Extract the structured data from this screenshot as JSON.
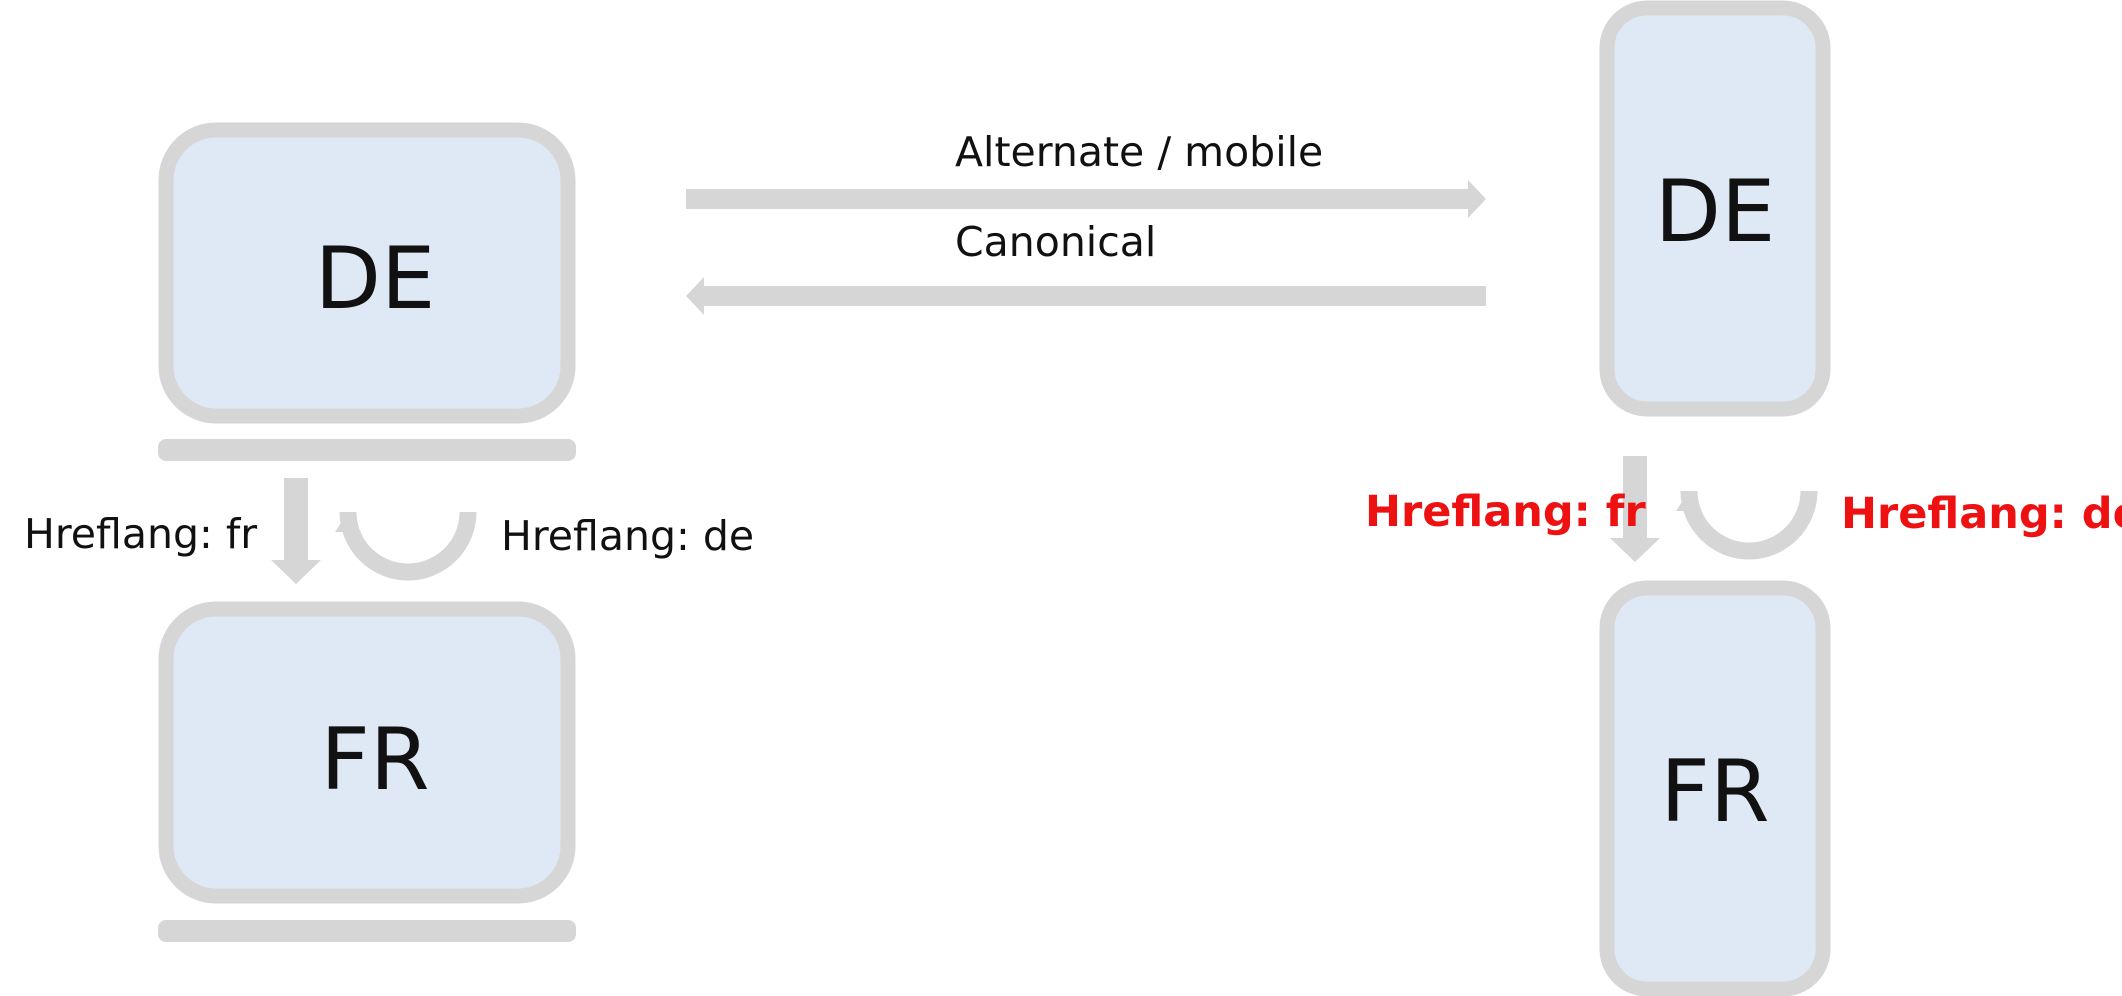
{
  "colors": {
    "device_fill": "#dfe9f5",
    "device_stroke": "#d6d6d6",
    "arrow": "#d6d6d6",
    "text": "#111111",
    "highlight": "#ee1111"
  },
  "desktop": {
    "top_device_label": "DE",
    "bottom_device_label": "FR",
    "hreflang_fr_label": "Hreflang: fr",
    "hreflang_de_label": "Hreflang: de"
  },
  "mobile": {
    "top_device_label": "DE",
    "bottom_device_label": "FR",
    "hreflang_fr_label": "Hreflang: fr",
    "hreflang_de_label": "Hreflang: de"
  },
  "links": {
    "alternate_label": "Alternate / mobile",
    "canonical_label": "Canonical"
  }
}
